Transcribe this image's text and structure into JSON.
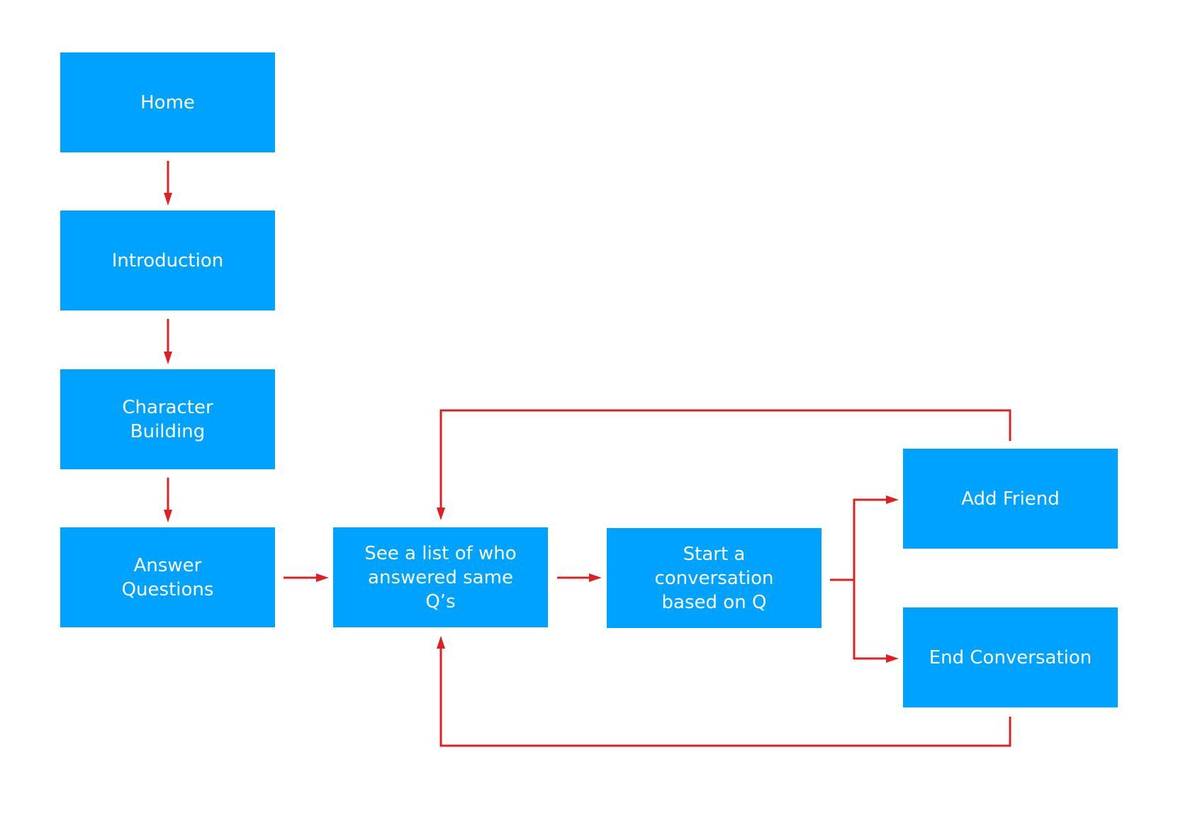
{
  "diagram": {
    "nodes": {
      "home": "Home",
      "introduction": "Introduction",
      "character_building": "Character\nBuilding",
      "answer_questions": "Answer\nQuestions",
      "see_list": "See a list of who\nanswered same\nQ’s",
      "start_conversation": "Start a\nconversation\nbased on Q",
      "add_friend": "Add Friend",
      "end_conversation": "End Conversation"
    },
    "edges": [
      {
        "from": "Home",
        "to": "Introduction"
      },
      {
        "from": "Introduction",
        "to": "Character Building"
      },
      {
        "from": "Character Building",
        "to": "Answer Questions"
      },
      {
        "from": "Answer Questions",
        "to": "See a list of who answered same Q’s"
      },
      {
        "from": "See a list of who answered same Q’s",
        "to": "Start a conversation based on Q"
      },
      {
        "from": "Start a conversation based on Q",
        "to": "Add Friend"
      },
      {
        "from": "Start a conversation based on Q",
        "to": "End Conversation"
      },
      {
        "from": "Add Friend",
        "to": "See a list of who answered same Q’s"
      },
      {
        "from": "End Conversation",
        "to": "See a list of who answered same Q’s"
      }
    ],
    "colors": {
      "node_fill": "#00a2ff",
      "node_text": "#ffffff",
      "edge": "#e02020",
      "background": "#ffffff"
    }
  }
}
